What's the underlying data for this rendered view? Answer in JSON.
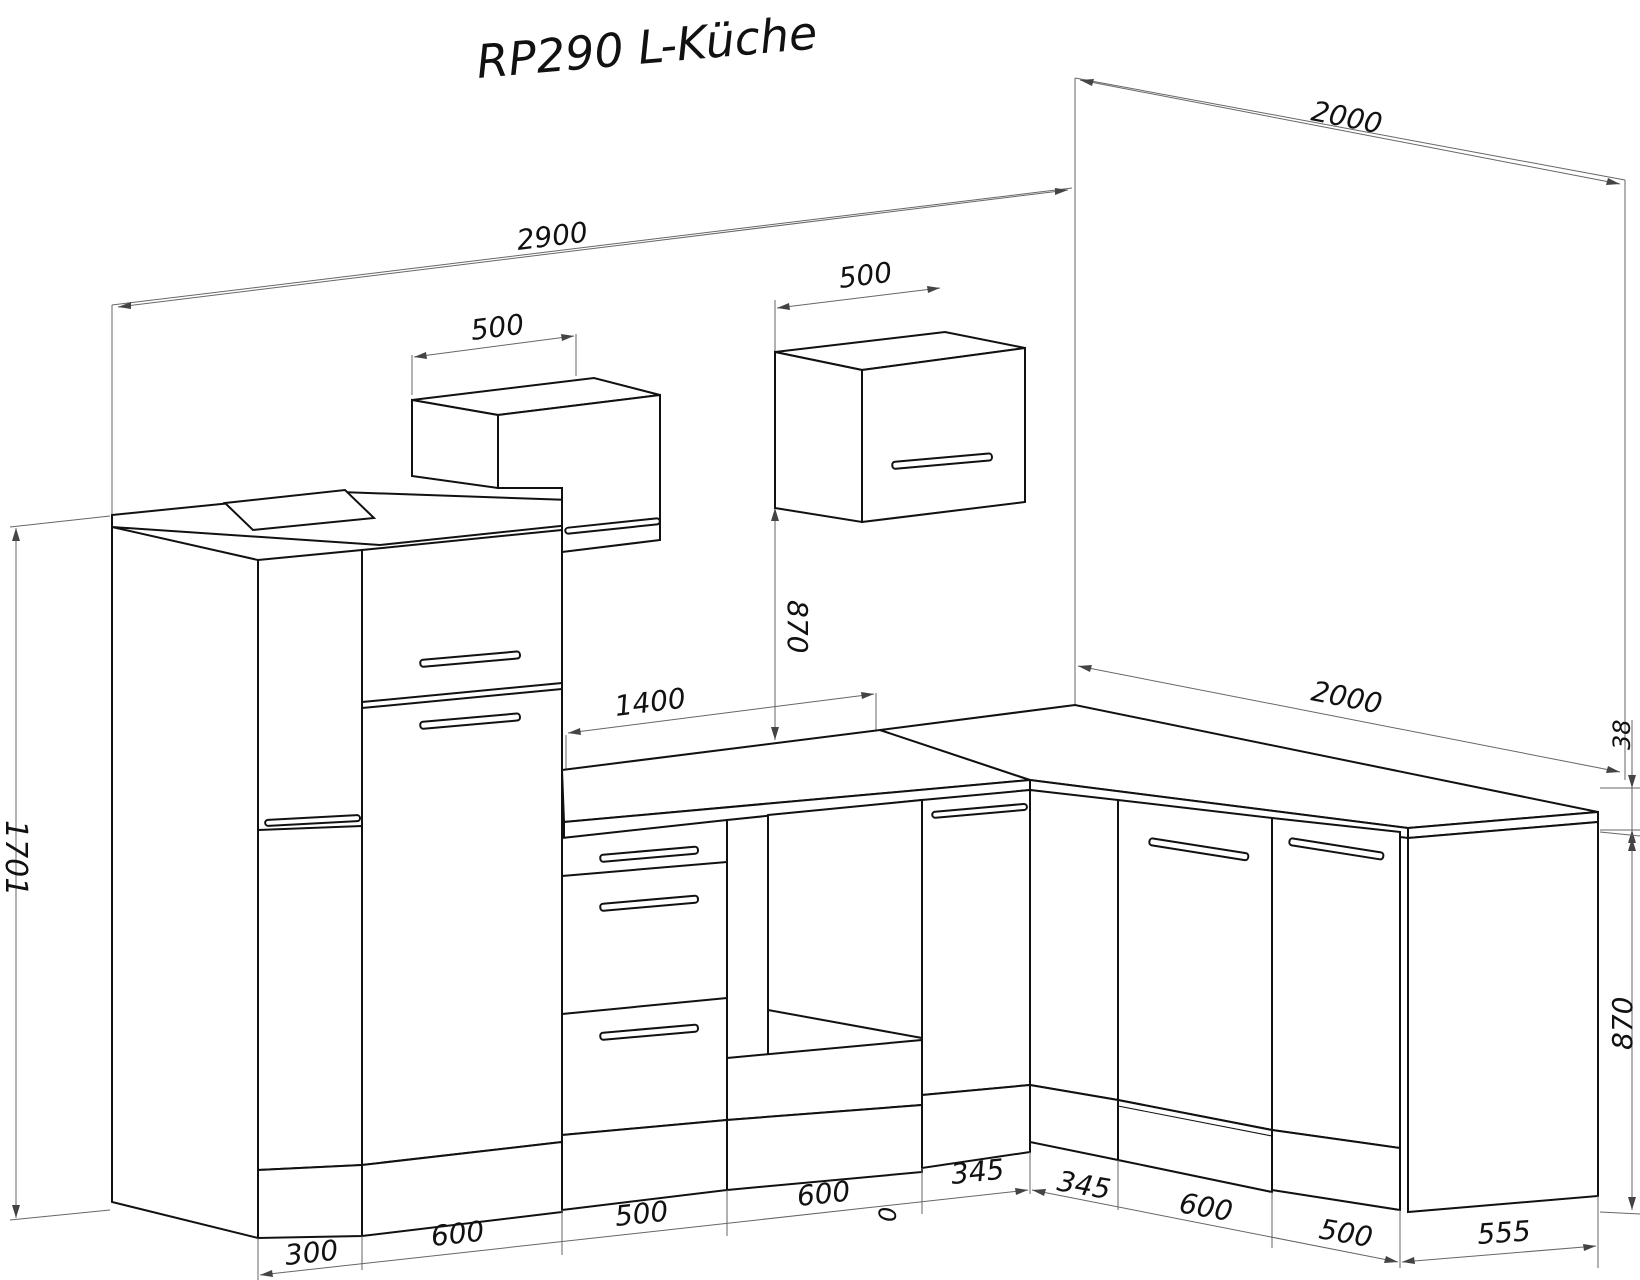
{
  "title": "RP290 L-Küche",
  "dimensions": {
    "top_right_width": "2000",
    "overall_left_width": "2900",
    "wall_cab_left_width": "500",
    "wall_cab_right_width": "500",
    "hang_height": "870",
    "counter_left_width": "1400",
    "counter_right_width": "2000",
    "worktop_thickness": "38",
    "total_height": "1701",
    "base_height": "870",
    "bottom": {
      "w300": "300",
      "w600a": "600",
      "w500a": "500",
      "w600b": "600",
      "w0": "0",
      "w345a": "345",
      "w345b": "345",
      "w600c": "600",
      "w500b": "500",
      "w555": "555"
    }
  }
}
